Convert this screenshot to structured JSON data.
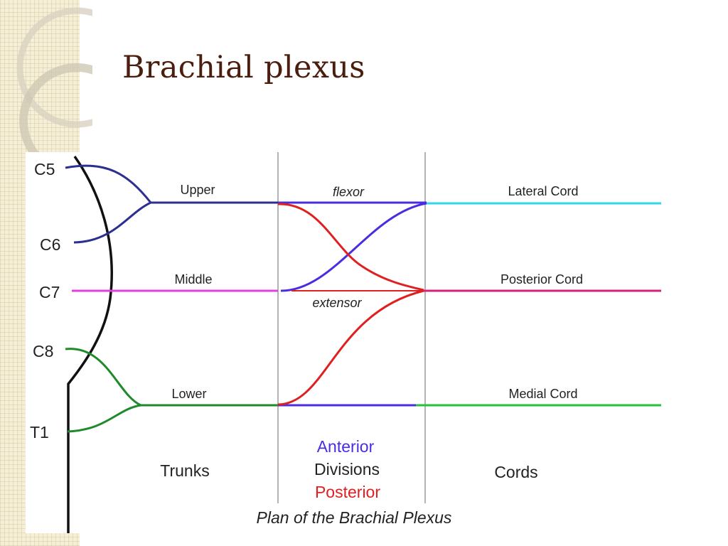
{
  "slide": {
    "title": "Brachial plexus"
  },
  "diagram": {
    "roots": [
      "C5",
      "C6",
      "C7",
      "C8",
      "T1"
    ],
    "trunks": {
      "upper": "Upper",
      "middle": "Middle",
      "lower": "Lower"
    },
    "divisions": {
      "flexor": "flexor",
      "extensor": "extensor"
    },
    "cords": {
      "lateral": "Lateral Cord",
      "posterior": "Posterior Cord",
      "medial": "Medial Cord"
    },
    "column_labels": {
      "trunks": "Trunks",
      "divisions_anterior": "Anterior",
      "divisions": "Divisions",
      "divisions_posterior": "Posterior",
      "cords": "Cords"
    },
    "caption": "Plan of the Brachial Plexus",
    "colors": {
      "upper_trunk": "#2b2f8f",
      "middle_trunk": "#e040e0",
      "lower_trunk": "#1f8a2a",
      "anterior_division": "#4a2de0",
      "posterior_division": "#e02020",
      "lateral_cord": "#33d6e8",
      "posterior_cord": "#d8207a",
      "medial_cord": "#27c03a",
      "title": "#4a1d0e"
    }
  }
}
